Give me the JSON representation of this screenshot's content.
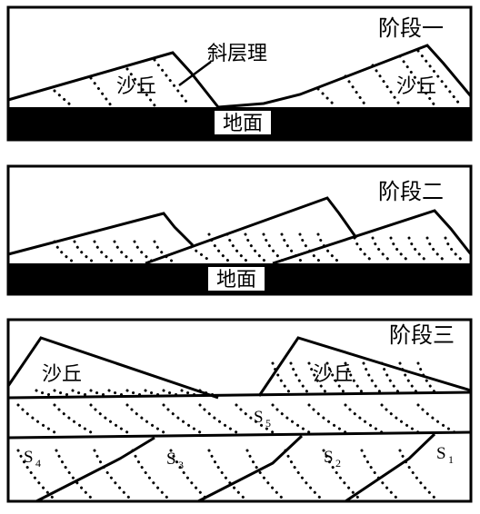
{
  "panels": [
    {
      "stage_label": "阶段一",
      "ground_label": "地面",
      "dune_label_left": "沙丘",
      "dune_label_right": "沙丘",
      "cross_bedding_label": "斜层理"
    },
    {
      "stage_label": "阶段二",
      "ground_label": "地面"
    },
    {
      "stage_label": "阶段三",
      "dune_label_left": "沙丘",
      "dune_label_right": "沙丘",
      "layers": {
        "s5": "S",
        "s5_sub": "5",
        "s4": "S",
        "s4_sub": "4",
        "s3": "S",
        "s3_sub": "3",
        "s2": "S",
        "s2_sub": "2",
        "s1": "S",
        "s1_sub": "1"
      }
    }
  ],
  "colors": {
    "ink": "#000000",
    "paper": "#ffffff"
  }
}
